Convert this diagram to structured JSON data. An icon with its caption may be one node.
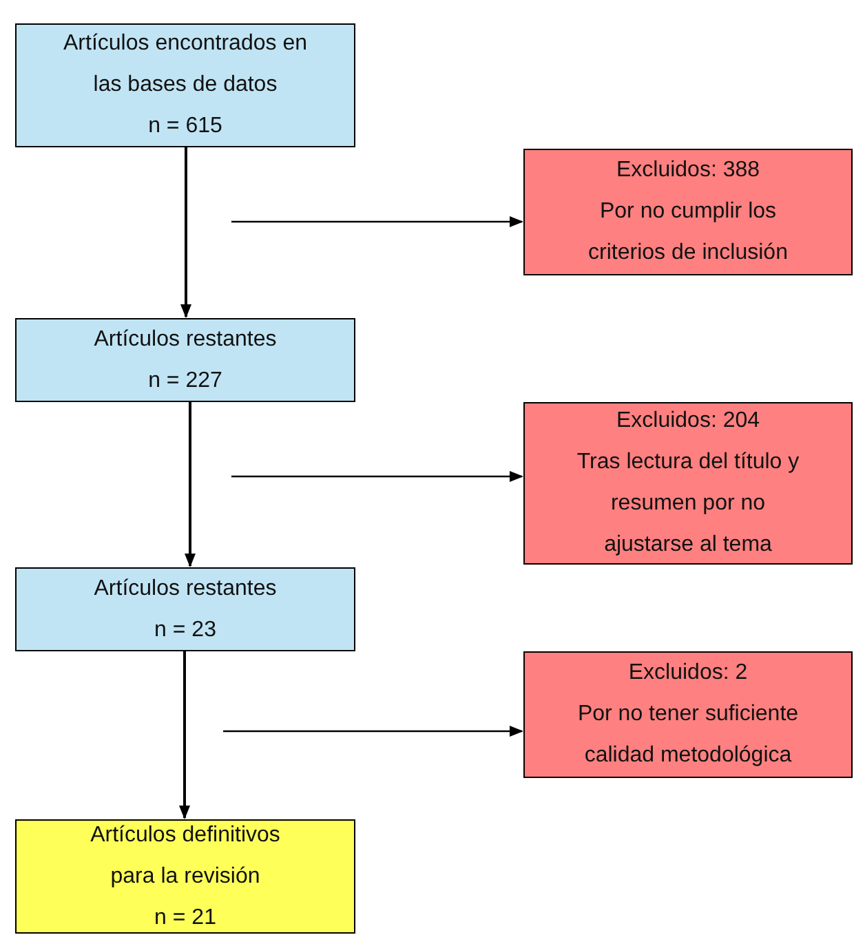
{
  "diagram": {
    "nodes": [
      {
        "text": [
          "Artículos encontrados en las bases de datos",
          "n = 615"
        ]
      },
      {
        "text": [
          "Excluidos: 388",
          "Por no cumplir los criterios de inclusión"
        ]
      },
      {
        "text": [
          "Artículos restantes",
          "n = 227"
        ]
      },
      {
        "text": [
          "Excluidos: 204",
          "Tras lectura del título y resumen por no ajustarse al tema"
        ]
      },
      {
        "text": [
          "Artículos restantes",
          "n = 23"
        ]
      },
      {
        "text": [
          "Excluidos: 2",
          "Por no tener suficiente calidad metodológica"
        ]
      },
      {
        "text": [
          "Artículos definitivos para la revisión",
          "n = 21"
        ]
      }
    ],
    "edges": [
      {
        "from": 0,
        "to": 2,
        "arrow": "to"
      },
      {
        "from": null,
        "to": 1,
        "arrow": "to"
      },
      {
        "from": 2,
        "to": 4,
        "arrow": "to"
      },
      {
        "from": null,
        "to": 3,
        "arrow": "to"
      },
      {
        "from": 4,
        "to": 6,
        "arrow": "to"
      },
      {
        "from": null,
        "to": 5,
        "arrow": "to"
      }
    ]
  }
}
